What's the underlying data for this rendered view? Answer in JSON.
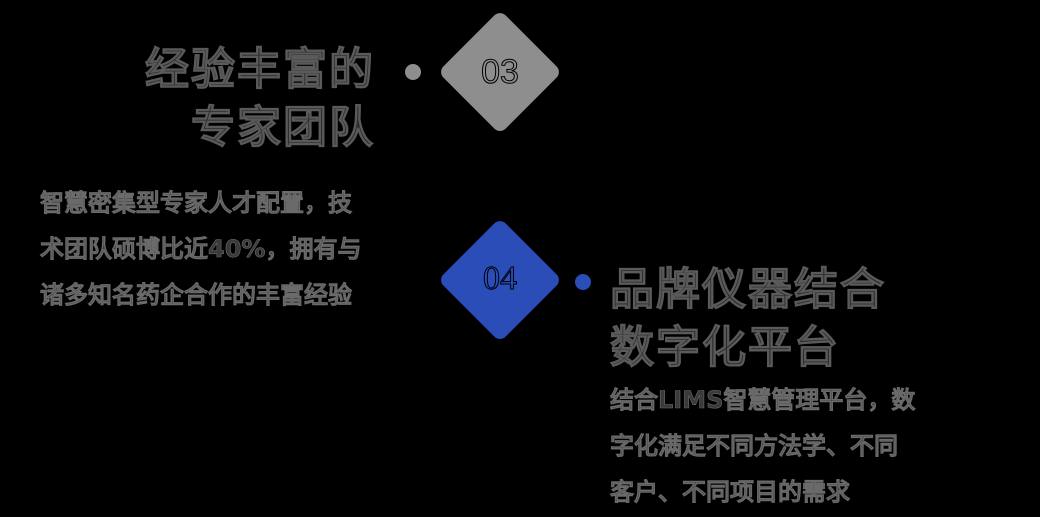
{
  "items": [
    {
      "number": "03",
      "title_lines": [
        "经验丰富的",
        "专家团队"
      ],
      "desc_lines": [
        "智慧密集型专家人才配置，技",
        "术团队硕博比近40%，拥有与",
        "诸多知名药企合作的丰富经验"
      ],
      "color": "#8e8e8e"
    },
    {
      "number": "04",
      "title_lines": [
        "品牌仪器结合",
        "数字化平台"
      ],
      "desc_lines": [
        "结合LIMS智慧管理平台，数",
        "字化满足不同方法学、不同",
        "客户、不同项目的需求"
      ],
      "color": "#2a4db8"
    }
  ]
}
